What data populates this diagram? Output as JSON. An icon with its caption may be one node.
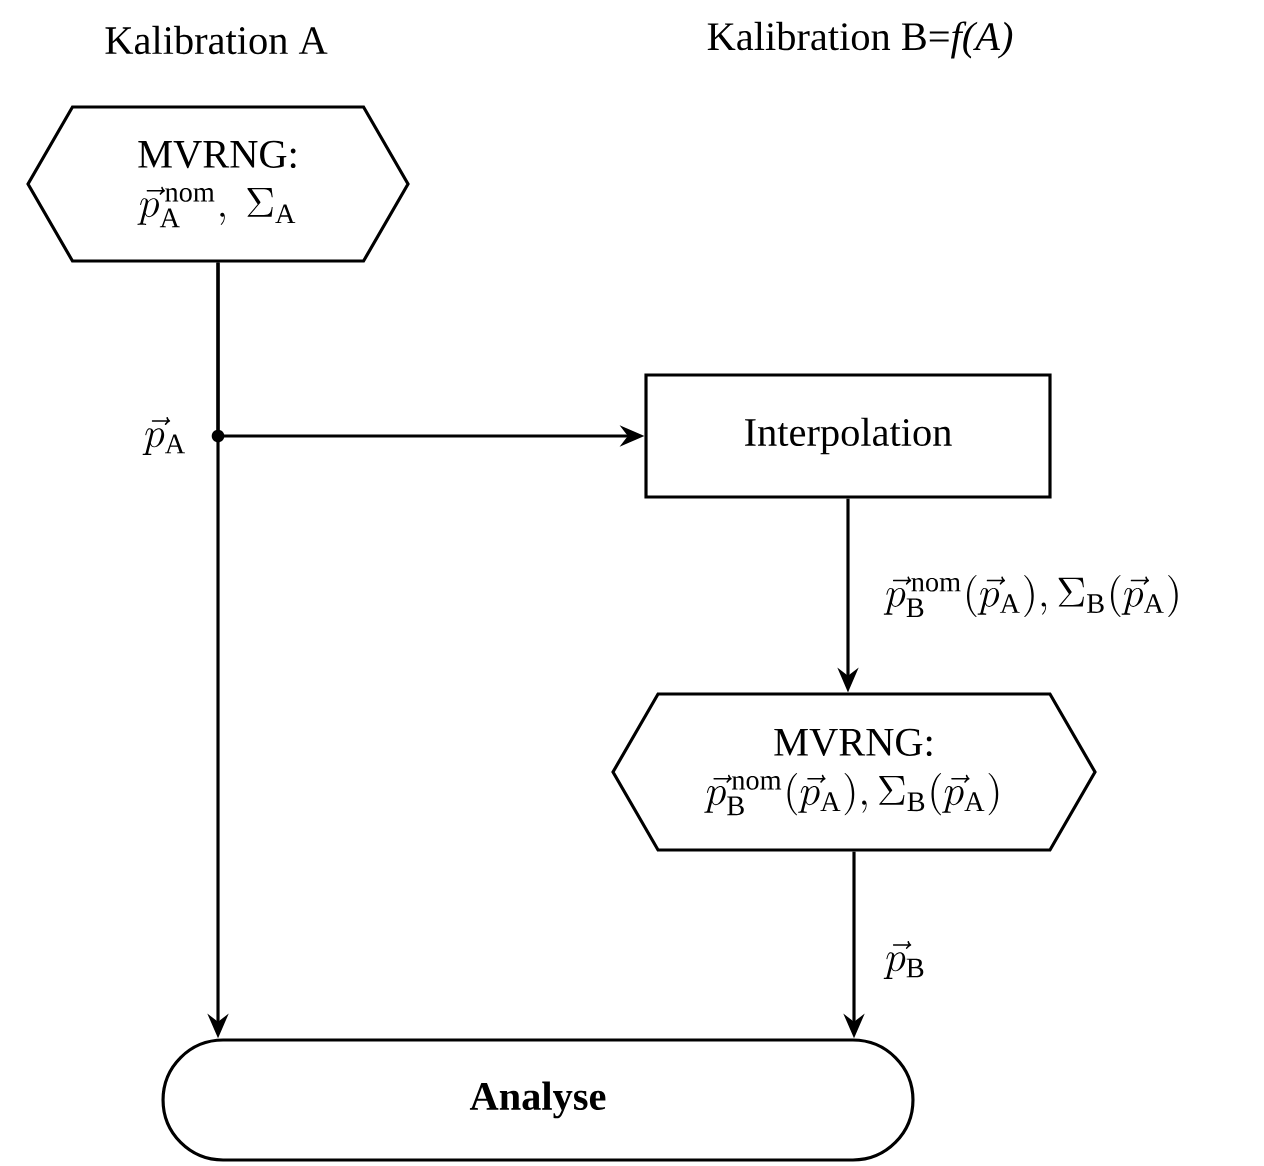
{
  "diagram": {
    "nodes": [
      {
        "text": [
          "MVRNG:",
          "\\vec{p}_{\\mathrm{A}}^{\\,\\mathrm{nom}},\\ \\Sigma_{\\mathrm{A}}"
        ]
      },
      {
        "text": [
          "Interpolation"
        ]
      },
      {
        "text": [
          "MVRNG:",
          "\\vec{p}_{\\mathrm{B}}^{\\,\\mathrm{nom}}(\\vec{p}_{\\mathrm{A}}),\\Sigma_{\\mathrm{B}}(\\vec{p}_{\\mathrm{A}})"
        ]
      },
      {
        "text": [
          "Analyse"
        ]
      }
    ],
    "edges": [
      {
        "from": 0,
        "to": 3,
        "arrow": "to"
      },
      {
        "from": 0,
        "to": 1,
        "arrow": "to",
        "label": "\\vec{p}_{\\mathrm{A}}"
      },
      {
        "from": 1,
        "to": 2,
        "arrow": "to",
        "label": "\\vec{p}_{\\mathrm{B}}^{\\,\\mathrm{nom}}(\\vec{p}_{\\mathrm{A}}),\\Sigma_{\\mathrm{B}}(\\vec{p}_{\\mathrm{A}})"
      },
      {
        "from": 2,
        "to": 3,
        "arrow": "to",
        "label": "\\vec{p}_{\\mathrm{B}}"
      }
    ],
    "labels": [
      "Kalibration A",
      "Kalibration B=*f(A)*"
    ]
  }
}
